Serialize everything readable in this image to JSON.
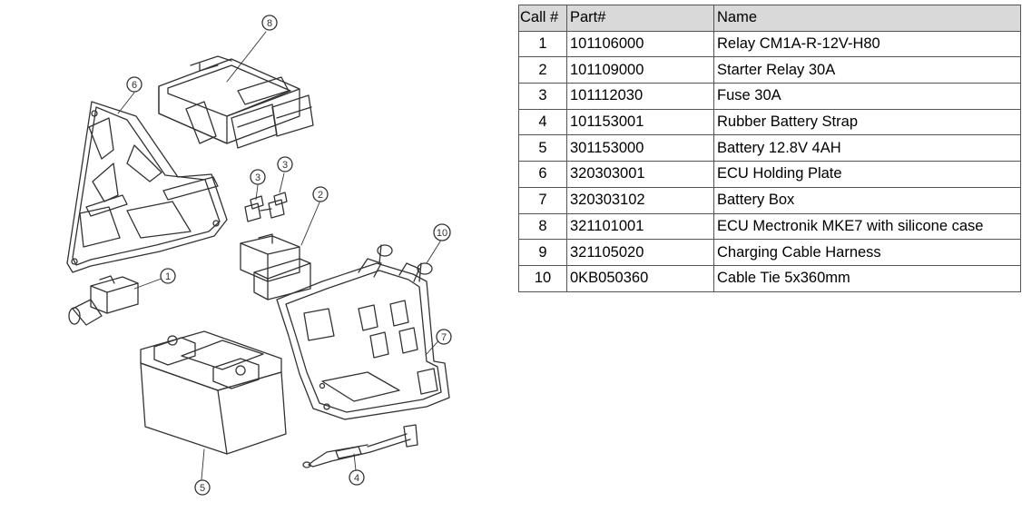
{
  "table": {
    "headers": {
      "call": "Call #",
      "part": "Part#",
      "name": "Name"
    },
    "rows": [
      {
        "call": "1",
        "part": "101106000",
        "name": "Relay CM1A-R-12V-H80"
      },
      {
        "call": "2",
        "part": "101109000",
        "name": "Starter Relay 30A"
      },
      {
        "call": "3",
        "part": "101112030",
        "name": "Fuse 30A"
      },
      {
        "call": "4",
        "part": "101153001",
        "name": "Rubber Battery Strap"
      },
      {
        "call": "5",
        "part": "301153000",
        "name": "Battery 12.8V 4AH"
      },
      {
        "call": "6",
        "part": "320303001",
        "name": "ECU Holding Plate"
      },
      {
        "call": "7",
        "part": "320303102",
        "name": "Battery Box"
      },
      {
        "call": "8",
        "part": "321101001",
        "name": "ECU Mectronik MKE7 with silicone case"
      },
      {
        "call": "9",
        "part": "321105020",
        "name": "Charging Cable Harness"
      },
      {
        "call": "10",
        "part": "0KB050360",
        "name": "Cable Tie 5x360mm"
      }
    ]
  },
  "callouts": {
    "c1": "1",
    "c2": "2",
    "c3a": "3",
    "c3b": "3",
    "c4": "4",
    "c5": "5",
    "c6": "6",
    "c7": "7",
    "c8": "8",
    "c10": "10"
  },
  "colors": {
    "line": "#333333",
    "header_bg": "#d9d9d9",
    "table_border": "#555555"
  }
}
